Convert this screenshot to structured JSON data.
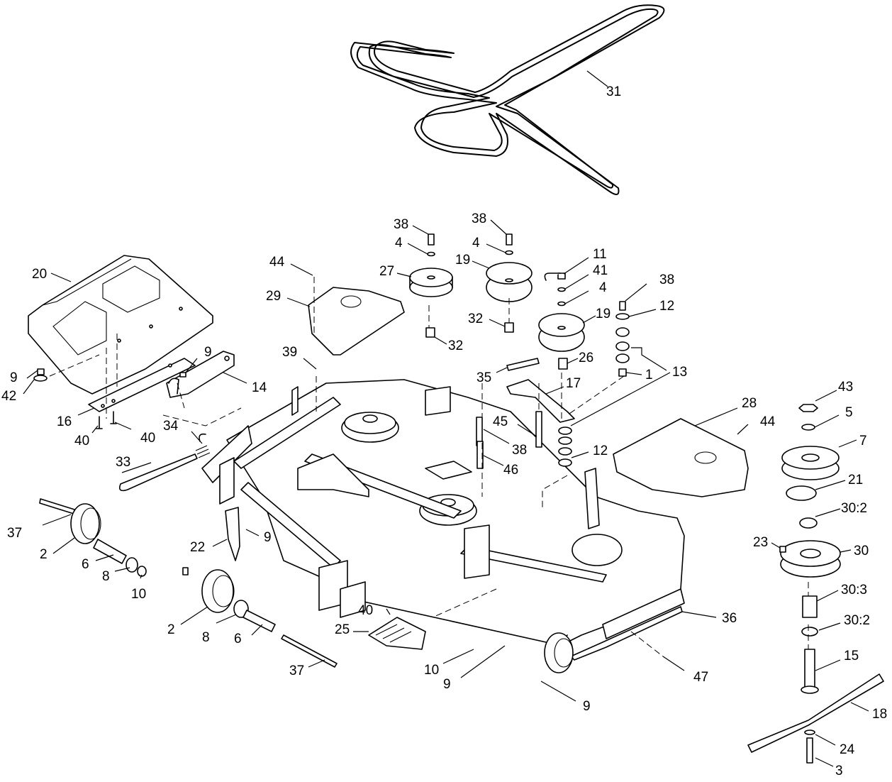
{
  "diagram": {
    "callouts": [
      {
        "id": "c31",
        "label": "31"
      },
      {
        "id": "c20",
        "label": "20"
      },
      {
        "id": "c38a",
        "label": "38"
      },
      {
        "id": "c38b",
        "label": "38"
      },
      {
        "id": "c4a",
        "label": "4"
      },
      {
        "id": "c4b",
        "label": "4"
      },
      {
        "id": "c27",
        "label": "27"
      },
      {
        "id": "c19a",
        "label": "19"
      },
      {
        "id": "c11",
        "label": "11"
      },
      {
        "id": "c41",
        "label": "41"
      },
      {
        "id": "c4c",
        "label": "4"
      },
      {
        "id": "c44a",
        "label": "44"
      },
      {
        "id": "c29",
        "label": "29"
      },
      {
        "id": "c38c",
        "label": "38"
      },
      {
        "id": "c12a",
        "label": "12"
      },
      {
        "id": "c19b",
        "label": "19"
      },
      {
        "id": "c32a",
        "label": "32"
      },
      {
        "id": "c32b",
        "label": "32"
      },
      {
        "id": "c26",
        "label": "26"
      },
      {
        "id": "c9a",
        "label": "9"
      },
      {
        "id": "c39",
        "label": "39"
      },
      {
        "id": "c35",
        "label": "35"
      },
      {
        "id": "c13",
        "label": "13"
      },
      {
        "id": "c1",
        "label": "1"
      },
      {
        "id": "c9b",
        "label": "9"
      },
      {
        "id": "c42",
        "label": "42"
      },
      {
        "id": "c14",
        "label": "14"
      },
      {
        "id": "c17",
        "label": "17"
      },
      {
        "id": "c43",
        "label": "43"
      },
      {
        "id": "c28",
        "label": "28"
      },
      {
        "id": "c16",
        "label": "16"
      },
      {
        "id": "c45",
        "label": "45"
      },
      {
        "id": "c44b",
        "label": "44"
      },
      {
        "id": "c5",
        "label": "5"
      },
      {
        "id": "c40a",
        "label": "40"
      },
      {
        "id": "c40b",
        "label": "40"
      },
      {
        "id": "c34",
        "label": "34"
      },
      {
        "id": "c38d",
        "label": "38"
      },
      {
        "id": "c12b",
        "label": "12"
      },
      {
        "id": "c7",
        "label": "7"
      },
      {
        "id": "c33",
        "label": "33"
      },
      {
        "id": "c46",
        "label": "46"
      },
      {
        "id": "c21",
        "label": "21"
      },
      {
        "id": "c37a",
        "label": "37"
      },
      {
        "id": "c30_2a",
        "label": "30:2"
      },
      {
        "id": "c22",
        "label": "22"
      },
      {
        "id": "c9c",
        "label": "9"
      },
      {
        "id": "c23",
        "label": "23"
      },
      {
        "id": "c30",
        "label": "30"
      },
      {
        "id": "c2a",
        "label": "2"
      },
      {
        "id": "c6a",
        "label": "6"
      },
      {
        "id": "c8a",
        "label": "8"
      },
      {
        "id": "c10a",
        "label": "10"
      },
      {
        "id": "c30_3",
        "label": "30:3"
      },
      {
        "id": "c36",
        "label": "36"
      },
      {
        "id": "c30_2b",
        "label": "30:2"
      },
      {
        "id": "c2b",
        "label": "2"
      },
      {
        "id": "c8b",
        "label": "8"
      },
      {
        "id": "c40c",
        "label": "40"
      },
      {
        "id": "c6b",
        "label": "6"
      },
      {
        "id": "c25",
        "label": "25"
      },
      {
        "id": "c15",
        "label": "15"
      },
      {
        "id": "c10b",
        "label": "10"
      },
      {
        "id": "c9d",
        "label": "9"
      },
      {
        "id": "c47",
        "label": "47"
      },
      {
        "id": "c37b",
        "label": "37"
      },
      {
        "id": "c18",
        "label": "18"
      },
      {
        "id": "c9e",
        "label": "9"
      },
      {
        "id": "c24",
        "label": "24"
      },
      {
        "id": "c3",
        "label": "3"
      }
    ]
  }
}
